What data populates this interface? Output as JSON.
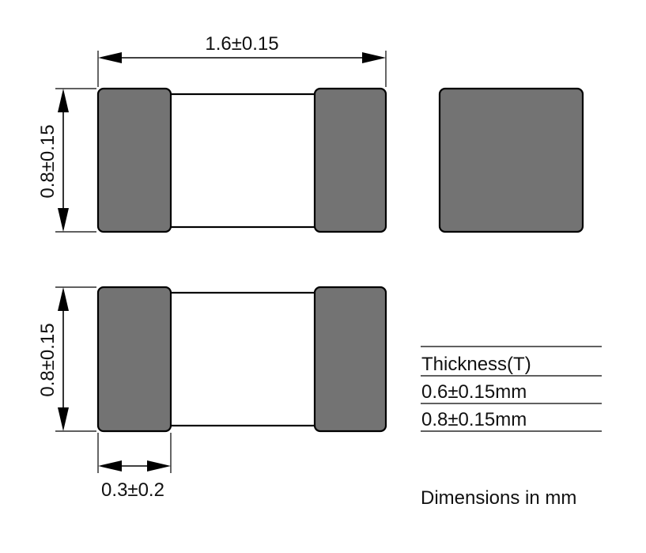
{
  "dimensions": {
    "length": "1.6±0.15",
    "width_top": "0.8±0.15",
    "width_bottom": "0.8±0.15",
    "terminal": "0.3±0.2"
  },
  "thickness_table": {
    "header": "Thickness(T)",
    "rows": [
      "0.6±0.15mm",
      "0.8±0.15mm"
    ]
  },
  "units_note": "Dimensions in mm",
  "colors": {
    "terminal_fill": "#737373",
    "body_fill": "#ffffff",
    "line": "#000000"
  }
}
